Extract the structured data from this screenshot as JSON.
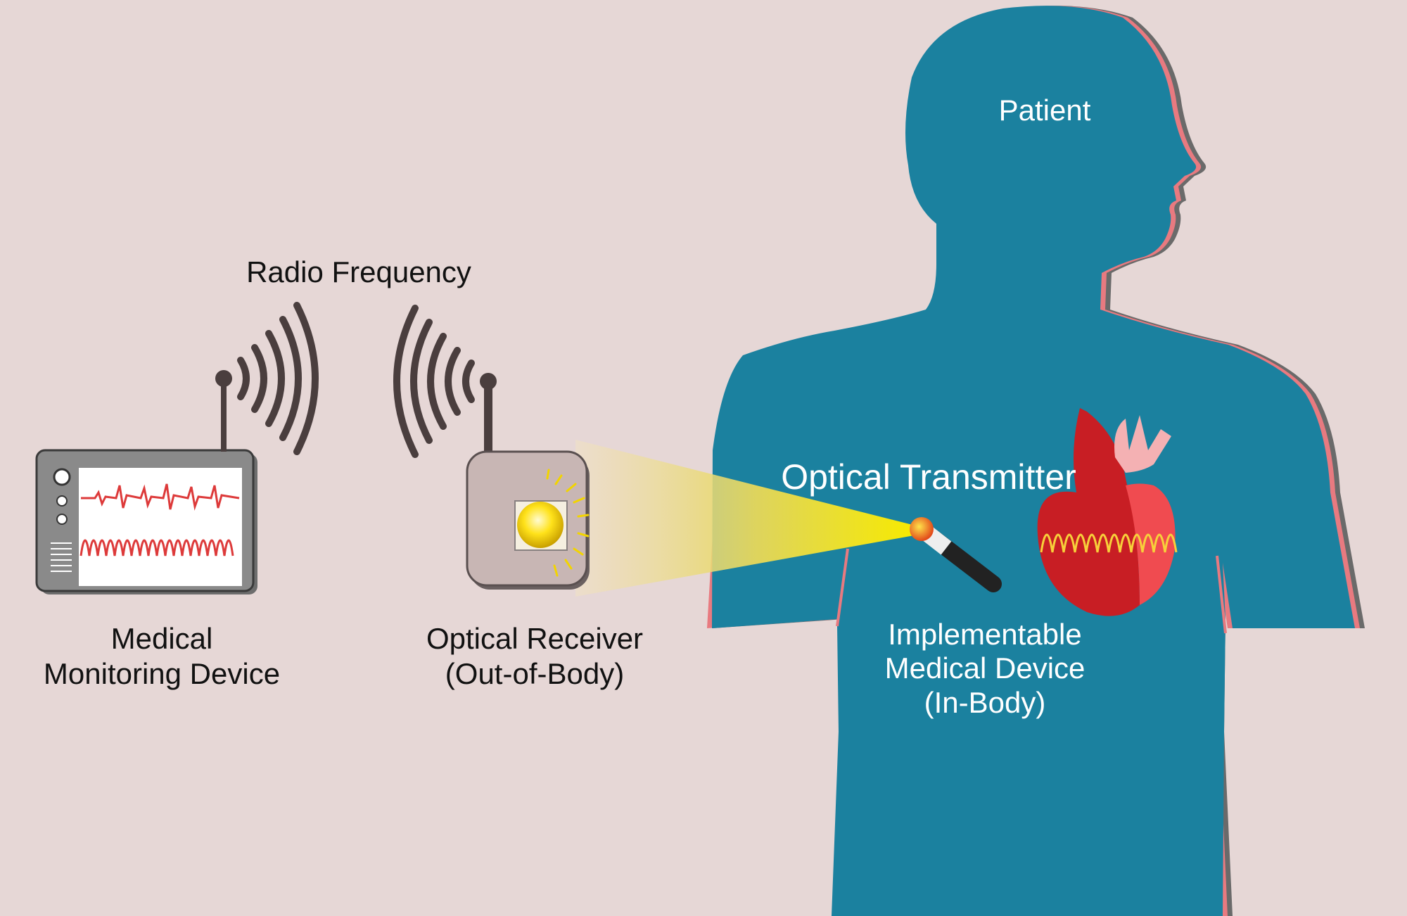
{
  "labels": {
    "radio_frequency": "Radio Frequency",
    "patient": "Patient",
    "optical_transmitter": "Optical Transmitter",
    "monitor_line1": "Medical",
    "monitor_line2": "Monitoring Device",
    "receiver_line1": "Optical Receiver",
    "receiver_line2": "(Out-of-Body)",
    "implant_line1": "Implementable",
    "implant_line2": "Medical Device",
    "implant_line3": "(In-Body)"
  },
  "colors": {
    "background": "#e6d7d6",
    "body": "#1b819f",
    "body_outline": "#e87a80",
    "body_shadow": "#6a6a6a",
    "heart": "#c81e24",
    "heart_light": "#f04b50",
    "aorta": "#f4b1b3",
    "light_beam": "#f5e600",
    "waveform": "#dd3a3a",
    "signal_arcs": "#4a3e3e"
  },
  "icons": [
    "monitor-icon",
    "antenna-icon",
    "radio-waves-icon",
    "optical-receiver-icon",
    "light-beam-icon",
    "implant-device-icon",
    "heart-icon",
    "human-silhouette-icon"
  ]
}
